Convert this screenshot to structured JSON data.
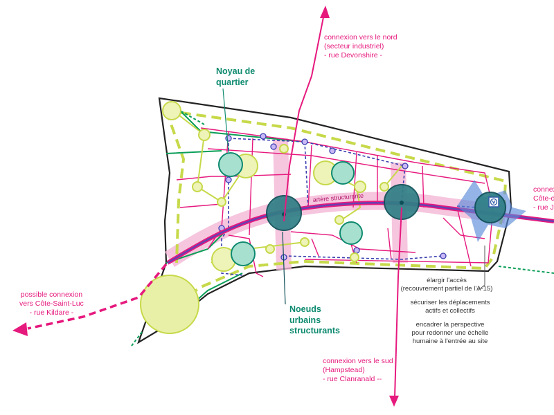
{
  "labels": {
    "north": [
      "connexion vers le nord",
      "(secteur industriel)",
      "- rue Devonshire -"
    ],
    "east": [
      "connex",
      "Côte-d",
      "- rue Je"
    ],
    "west": [
      "possible connexion",
      "vers Côte-Saint-Luc",
      "- rue Kildare -"
    ],
    "south": [
      "connexion vers le sud",
      "(Hampstead)",
      "- rue Clanranald --"
    ],
    "noyau": [
      "Noyau de",
      "quartier"
    ],
    "noeuds": [
      "Noeuds",
      "urbains",
      "structurants"
    ],
    "artere": "artère structurante",
    "access": [
      "élargir l'accès",
      "(recouvrement partiel de l'A-15)"
    ],
    "securiser": [
      "sécuriser les déplacements",
      "actifs et collectifs"
    ],
    "encadrer": [
      "encadrer la perspective",
      "pour redonner une échelle",
      "humaine à l'entrée au site"
    ]
  },
  "colors": {
    "pink": "#e6197d",
    "green": "#0a9e57",
    "lime": "#c7d94a",
    "teal_node": "#2f7f86",
    "blue": "#3a68c2",
    "outline": "#222222"
  },
  "icons": [
    "metro-station-icon"
  ]
}
